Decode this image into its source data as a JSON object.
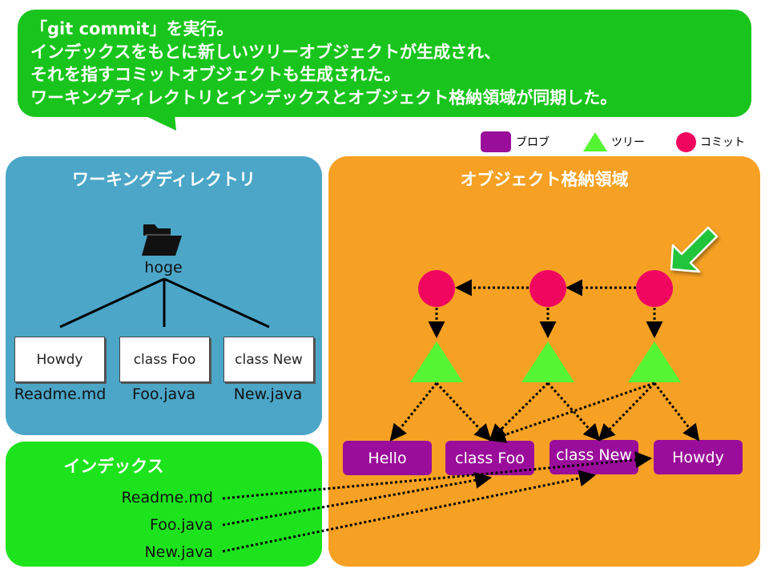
{
  "callout": {
    "line1": "「git commit」を実行。",
    "line2": "インデックスをもとに新しいツリーオブジェクトが生成され、",
    "line3": "それを指すコミットオブジェクトも生成された。",
    "line4": "ワーキングディレクトリとインデックスとオブジェクト格納領域が同期した。"
  },
  "legend": {
    "blob": "ブロブ",
    "tree": "ツリー",
    "commit": "コミット",
    "colors": {
      "blob": "#9a0d9a",
      "tree": "#56f534",
      "commit": "#f0055f"
    }
  },
  "working_directory": {
    "title": "ワーキングディレクトリ",
    "folder_icon": "folder-icon",
    "folder_name": "hoge",
    "files": [
      {
        "content": "Howdy",
        "name": "Readme.md"
      },
      {
        "content": "class Foo",
        "name": "Foo.java"
      },
      {
        "content": "class New",
        "name": "New.java"
      }
    ]
  },
  "index": {
    "title": "インデックス",
    "entries": [
      "Readme.md",
      "Foo.java",
      "New.java"
    ]
  },
  "object_store": {
    "title": "オブジェクト格納領域",
    "blobs": [
      "Hello",
      "class Foo",
      "class New",
      "Howdy"
    ],
    "head_marker": "green-arrow-icon"
  }
}
